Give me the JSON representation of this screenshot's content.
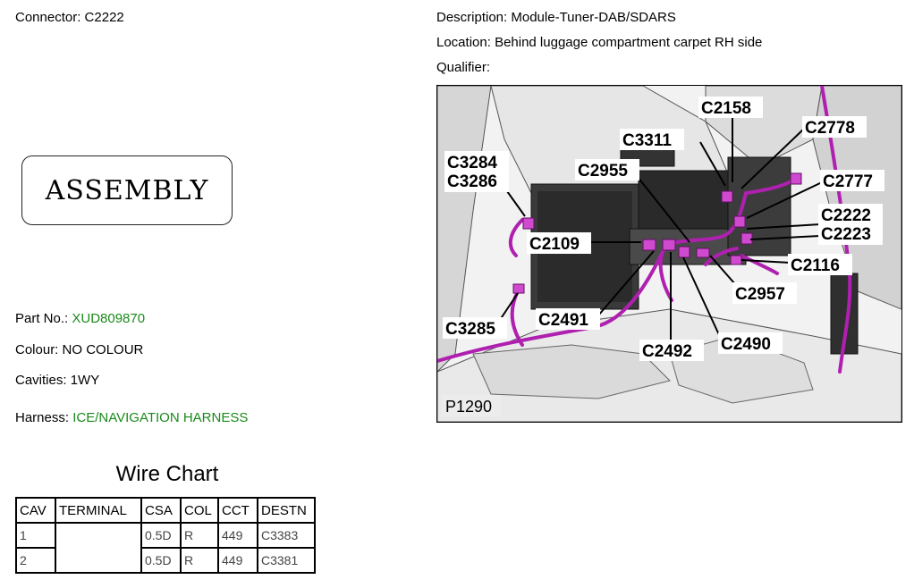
{
  "connector": {
    "label": "Connector:",
    "value": "C2222"
  },
  "description": {
    "label": "Description:",
    "value": "Module-Tuner-DAB/SDARS"
  },
  "location": {
    "label": "Location:",
    "value": "Behind luggage compartment carpet RH side"
  },
  "qualifier": {
    "label": "Qualifier:",
    "value": ""
  },
  "assembly_label": "ASSEMBLY",
  "part_no": {
    "label": "Part No.:",
    "value": "XUD809870"
  },
  "colour": {
    "label": "Colour:",
    "value": "NO COLOUR"
  },
  "cavities": {
    "label": "Cavities:",
    "value": "1WY"
  },
  "harness": {
    "label": "Harness:",
    "value": "ICE/NAVIGATION HARNESS"
  },
  "wire_chart": {
    "title": "Wire Chart",
    "headers": [
      "CAV",
      "TERMINAL",
      "CSA",
      "COL",
      "CCT",
      "DESTN"
    ],
    "rows": [
      [
        "1",
        "",
        "0.5D",
        "R",
        "449",
        "C3383"
      ],
      [
        "2",
        "",
        "0.5D",
        "R",
        "449",
        "C3381"
      ]
    ]
  },
  "diagram": {
    "figure_id": "P1290",
    "connector_labels": {
      "c2158": "C2158",
      "c3311": "C3311",
      "c2778": "C2778",
      "c3284": "C3284",
      "c3286": "C3286",
      "c2955": "C2955",
      "c2777": "C2777",
      "c2222": "C2222",
      "c2223": "C2223",
      "c2109": "C2109",
      "c2116": "C2116",
      "c2957": "C2957",
      "c2491": "C2491",
      "c3285": "C3285",
      "c2490": "C2490",
      "c2492": "C2492"
    },
    "colors": {
      "harness": "#b020b0",
      "body": "#d8d8d8",
      "dark": "#3a3a3a"
    }
  }
}
